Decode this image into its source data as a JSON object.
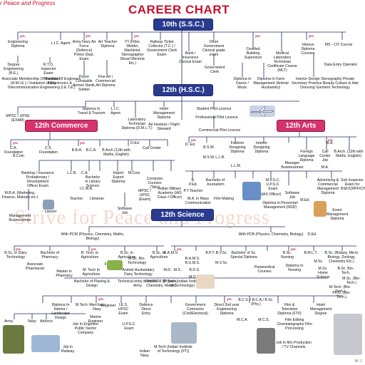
{
  "header": {
    "title": "CAREER CHART",
    "corner_text": "r Peace and Progress",
    "watermark": "Strive for Peace and Progress",
    "footer": "W: 1"
  },
  "hubs": {
    "ssc": "10th (S.S.C.)",
    "hsc": "12th (H.S.C.)",
    "commerce": "12th Commerce",
    "arts": "12th Arts",
    "science": "12th Science"
  },
  "ssc_nodes": [
    "Engineering Diploma",
    "L.I.C. Agent",
    "Army Navy Air Force (Defence) Police Dept. Exam",
    "Art Teacher Diploma",
    "ITI (Fitter, Welder, Machinist, Stenographer Diesel Mechnic Etc.)",
    "Railway Ticket Collector (T.C.) / Government Clerk Exam",
    "Bank / Insurance Clerical Exam",
    "Other Government Clerical grade exam",
    "Certified Building Supervisor",
    "Medical Laboratory Technician Certificate Course (MLT)",
    "Various Diploma Courses",
    "MS - CIT Course",
    "Data Entry Operator"
  ],
  "ssc_row2": [
    "Degree Engineering (B.E.)",
    "R.T.O. Inspector Exam",
    "Associate Membership Of Institute Of Engineers (A.M.I.E.) / Institution of Electronics & Telecommunication Engineering (I.E.T.E.)",
    "Merchant Navy",
    "Police Constable Airmen Navik, Soldier",
    "Fine Art / Commercial Art Diploma",
    "Government Clerk",
    "Diploma In Dance / Music",
    "Diploma In Farm Management (Animal Husbandry)",
    "Interior Design Stenography Private Secretary Practice Beauty Culture & Hair Dressing Garment Technology"
  ],
  "hsc_nodes": [
    "Diploma In Travel & Tourism",
    "L.I.C. Agent",
    "Laboratory Technician Diploma (D.M.L.T.)",
    "Hotel Management Diploma",
    "Air Hostess / Flight Steward",
    "Student Pilot Licence",
    "Professional Pilot Licence",
    "Commercial Pilot Licence",
    "MPSC / UPSE (EXAM)"
  ],
  "commerce_nodes": [
    "C.A. Foundation",
    "C.S. Foundation",
    "B.Com",
    "B.B.A.",
    "B.C.A.",
    "B.Arch (12th with Maths, English)",
    "D-Ed",
    "Call Center",
    "Banking / Insurance Probationary / Development Officer Exam",
    "M.B.A. (Markeitng, Finance, Matrials etc.)",
    "L.L.B.",
    "C.A.",
    "I.C.W.A.",
    "Import Export Diploma",
    "M.Com",
    "MPSC / UPSC (Exam)",
    "Computer Courses (Tally)",
    "Indian Military Academy (IAS Class-I Officer)",
    "Teacher",
    "Bachelor in Library Science",
    "Librarian",
    "Software Job",
    "Management Businessman",
    "Lawyer"
  ],
  "arts_nodes": [
    "B.A.",
    "Fashion Designing Diploma",
    "Interior Designing Diploma",
    "B.S.W.",
    "D. Ed.",
    "M.S.W.",
    "Foreign Language Diploma",
    "Call Center Job",
    "B.Arch. (12th with Maths, English)",
    "Manager Businessman",
    "M.A.",
    "L.L.B.",
    "L.L.M.",
    "B. P.Ed.",
    "Bachelor of Journalism",
    "M.P.S.C. U.P.S.C. Exam",
    "Advertising & Commercial Management Diploma",
    "Sub Inspector Exam for BSF/CRPF/CISF",
    "Diploma in Personnel Management (NSD)",
    "Event Management Diploma",
    "Film Making",
    "P.T.Teacher",
    "M.A. in Mass Communication",
    "(IAS Officer)",
    "Software Job",
    "M.Ed."
  ],
  "science_nodes": [
    "With PCM (Physics, Chemistry, Maths, Biology)",
    "With PCB (Physics, Chemistry, Biology)",
    "D.Ed.",
    "B.Sc. in Dairy Technology",
    "Bachelor of Pharmacy",
    "B. Tech. in Agriculture",
    "B.Sc. in Agriculture",
    "B.Sc. In Agriculture",
    "Master in Pharmacy",
    "M. Tech In Agriculture",
    "Associate Pharmacist",
    "Bachelor of Planing & Design",
    "Technical entry in Indian Army",
    "B. Tech (Indian Institute of Technology)",
    "Diploma In Interior / Landscape Design",
    "M.Tech.",
    "Merchant Navy",
    "Marine Engineer",
    "Job In Engineer Public Sector Company",
    "Job in Railway",
    "I.E.S. UPSC Exam",
    "U.P.S.C. Exam",
    "Defence Direct Entry",
    "Indian Navy",
    "M.Tech (Indian Institute of Technology (IIT))",
    "Government Contractor (Civil/Electrical)",
    "Direct 2nd year Engineering Diploma",
    "B.C.S. / B.C.A./ B.Sc.(Phy.)",
    "M.C.A.",
    "M.C.S.",
    "Film & Television Diploma (FTII)",
    "Film Editing Cinematography Film Processing",
    "Hotel Management Degree",
    "Job In film Production / TV Channels",
    "B.A.M.S.",
    "B.H.M.S. B.U.M.S.",
    "B.P.T.",
    "B.D.S.",
    "M.D.S.",
    "B.V.Sc.",
    "M.V.Sc.",
    "Bachelor of Sc. Special Diploma",
    "Paramedical Courses",
    "B.Sc. Nursing",
    "Diploma In Nursing",
    "B.M.L.T.",
    "B.Sc. (Botany, Micro Biology, Zoology, Chemistry Etc.)",
    "M.Sc.",
    "M.Sc. Home Science",
    "B.Sc. Bio-Tech.",
    "M.Sc. (Bio-Tech.)",
    "M.Tech. (Bio-Tech.)",
    "Ph.D. (Bio-Tech.)",
    "Animal Husbandary Dairy Technology",
    "M.Sc. Bio-Technology",
    "With PCM (Physics, Chemistry, Maths)",
    "Army",
    "Navy",
    "Airforce",
    "Engineer",
    "Farmer",
    "M.D.",
    "M.S."
  ],
  "years_label": "yrs.",
  "colors": {
    "title": "#c8102e",
    "hub_blue": "#2a3a8f",
    "hub_pink": "#d6336c",
    "lines": "#1b2a6b",
    "years": "#c8102e"
  }
}
